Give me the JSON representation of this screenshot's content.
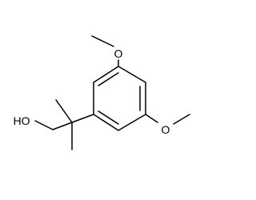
{
  "structure": {
    "atoms": {
      "o_top": "O",
      "o_right": "O",
      "oh": "HO"
    }
  },
  "colors": {
    "background": "#ffffff",
    "bond": "#000000",
    "text": "#000000"
  }
}
